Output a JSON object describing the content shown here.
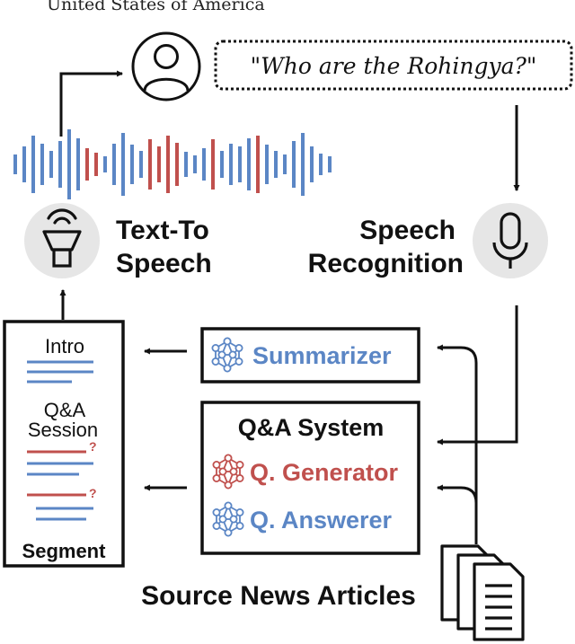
{
  "header": {
    "partial_text": "United States of America"
  },
  "speech_bubble": {
    "quote": "\"Who are the Rohingya?\""
  },
  "labels": {
    "tts_line1": "Text-To",
    "tts_line2": "Speech",
    "asr_line1": "Speech",
    "asr_line2": "Recognition",
    "source": "Source News Articles"
  },
  "segment": {
    "intro": "Intro",
    "qa_line1": "Q&A",
    "qa_line2": "Session",
    "question_mark": "?",
    "title": "Segment"
  },
  "modules": {
    "summarizer": "Summarizer",
    "qa_system": "Q&A System",
    "q_generator": "Q. Generator",
    "q_answerer": "Q. Answerer"
  },
  "colors": {
    "blue": "#5b86c5",
    "red": "#c0504d",
    "ink": "#111111",
    "icon_bg": "#e6e6e6"
  },
  "icons": [
    "user-icon",
    "speaker-icon",
    "microphone-icon",
    "neural-network-icon",
    "documents-icon"
  ]
}
